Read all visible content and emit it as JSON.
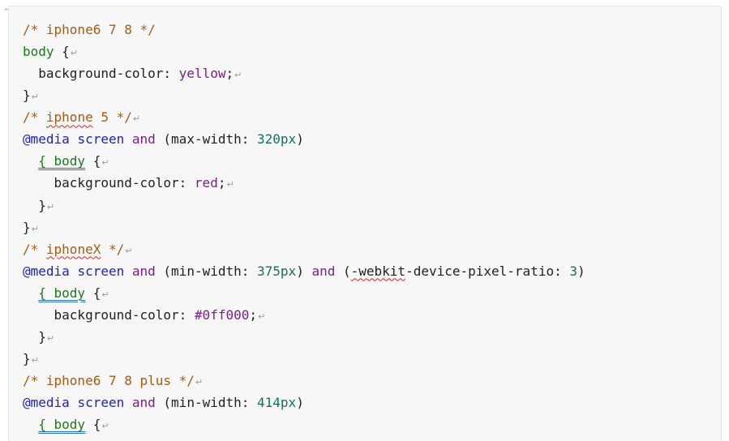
{
  "document": {
    "corner_mark": "↵",
    "paragraph_mark": "↵",
    "code_lines": [
      {
        "tokens": [
          {
            "t": "/* iphone6 7 8 */",
            "c": "comment"
          }
        ],
        "mark": false
      },
      {
        "tokens": [
          {
            "t": "body",
            "c": "selector"
          },
          {
            "t": " {",
            "c": "punct"
          }
        ],
        "mark": true
      },
      {
        "tokens": [
          {
            "t": "  background-color: ",
            "c": "property"
          },
          {
            "t": "yellow",
            "c": "value"
          },
          {
            "t": ";",
            "c": "punct"
          }
        ],
        "mark": true
      },
      {
        "tokens": [
          {
            "t": "}",
            "c": "punct"
          }
        ],
        "mark": true
      },
      {
        "tokens": [
          {
            "t": "/* ",
            "c": "comment"
          },
          {
            "t": "iphone",
            "c": "comment",
            "u": "spell"
          },
          {
            "t": " 5 */",
            "c": "comment"
          }
        ],
        "mark": true
      },
      {
        "tokens": [
          {
            "t": "@media",
            "c": "at-rule"
          },
          {
            "t": " ",
            "c": "plain"
          },
          {
            "t": "screen",
            "c": "at-rule"
          },
          {
            "t": " ",
            "c": "plain"
          },
          {
            "t": "and",
            "c": "keyword"
          },
          {
            "t": " (max-width: ",
            "c": "plain"
          },
          {
            "t": "320px",
            "c": "number"
          },
          {
            "t": ")",
            "c": "plain"
          }
        ],
        "mark": false
      },
      {
        "tokens": [
          {
            "t": "  ",
            "c": "plain"
          },
          {
            "t": "{ body",
            "c": "selector",
            "u": "grammar"
          },
          {
            "t": " {",
            "c": "punct"
          }
        ],
        "mark": true
      },
      {
        "tokens": [
          {
            "t": "    background-color: ",
            "c": "property"
          },
          {
            "t": "red",
            "c": "value"
          },
          {
            "t": ";",
            "c": "punct"
          }
        ],
        "mark": true
      },
      {
        "tokens": [
          {
            "t": "  }",
            "c": "punct"
          }
        ],
        "mark": true
      },
      {
        "tokens": [
          {
            "t": "}",
            "c": "punct"
          }
        ],
        "mark": true
      },
      {
        "tokens": [
          {
            "t": "/* ",
            "c": "comment"
          },
          {
            "t": "iphoneX",
            "c": "comment",
            "u": "spell"
          },
          {
            "t": " */",
            "c": "comment"
          }
        ],
        "mark": true
      },
      {
        "tokens": [
          {
            "t": "@media",
            "c": "at-rule"
          },
          {
            "t": " ",
            "c": "plain"
          },
          {
            "t": "screen",
            "c": "at-rule"
          },
          {
            "t": " ",
            "c": "plain"
          },
          {
            "t": "and",
            "c": "keyword"
          },
          {
            "t": " (min-width: ",
            "c": "plain"
          },
          {
            "t": "375px",
            "c": "number"
          },
          {
            "t": ") ",
            "c": "plain"
          },
          {
            "t": "and",
            "c": "keyword"
          },
          {
            "t": " (",
            "c": "plain"
          },
          {
            "t": "-webkit",
            "c": "plain",
            "u": "spell"
          },
          {
            "t": "-device-pixel-ratio: ",
            "c": "plain"
          },
          {
            "t": "3",
            "c": "number"
          },
          {
            "t": ")",
            "c": "plain"
          }
        ],
        "mark": false
      },
      {
        "tokens": [
          {
            "t": "  ",
            "c": "plain"
          },
          {
            "t": "{ body",
            "c": "selector",
            "u": "grammar"
          },
          {
            "t": " {",
            "c": "punct"
          }
        ],
        "mark": true
      },
      {
        "tokens": [
          {
            "t": "    background-color: ",
            "c": "property"
          },
          {
            "t": "#0ff000",
            "c": "value"
          },
          {
            "t": ";",
            "c": "punct"
          }
        ],
        "mark": true
      },
      {
        "tokens": [
          {
            "t": "  }",
            "c": "punct"
          }
        ],
        "mark": true
      },
      {
        "tokens": [
          {
            "t": "}",
            "c": "punct"
          }
        ],
        "mark": true
      },
      {
        "tokens": [
          {
            "t": "/* iphone6 7 8 plus */",
            "c": "comment"
          }
        ],
        "mark": true
      },
      {
        "tokens": [
          {
            "t": "@media",
            "c": "at-rule"
          },
          {
            "t": " ",
            "c": "plain"
          },
          {
            "t": "screen",
            "c": "at-rule"
          },
          {
            "t": " ",
            "c": "plain"
          },
          {
            "t": "and",
            "c": "keyword"
          },
          {
            "t": " (min-width: ",
            "c": "plain"
          },
          {
            "t": "414px",
            "c": "number"
          },
          {
            "t": ")",
            "c": "plain"
          }
        ],
        "mark": false
      },
      {
        "tokens": [
          {
            "t": "  ",
            "c": "plain"
          },
          {
            "t": "{ body",
            "c": "selector",
            "u": "grammar"
          },
          {
            "t": " {",
            "c": "punct"
          }
        ],
        "mark": true
      }
    ]
  },
  "colors": {
    "comment": "#a55b12",
    "selector": "#1c7a1c",
    "keyword": "#7a1d8a",
    "at_rule": "#1e22b8",
    "number": "#13705a",
    "value": "#7a1d8a",
    "code_background": "#f7f7f7",
    "spelling_underline": "#e02020",
    "grammar_underline": "#2e6fd6"
  }
}
